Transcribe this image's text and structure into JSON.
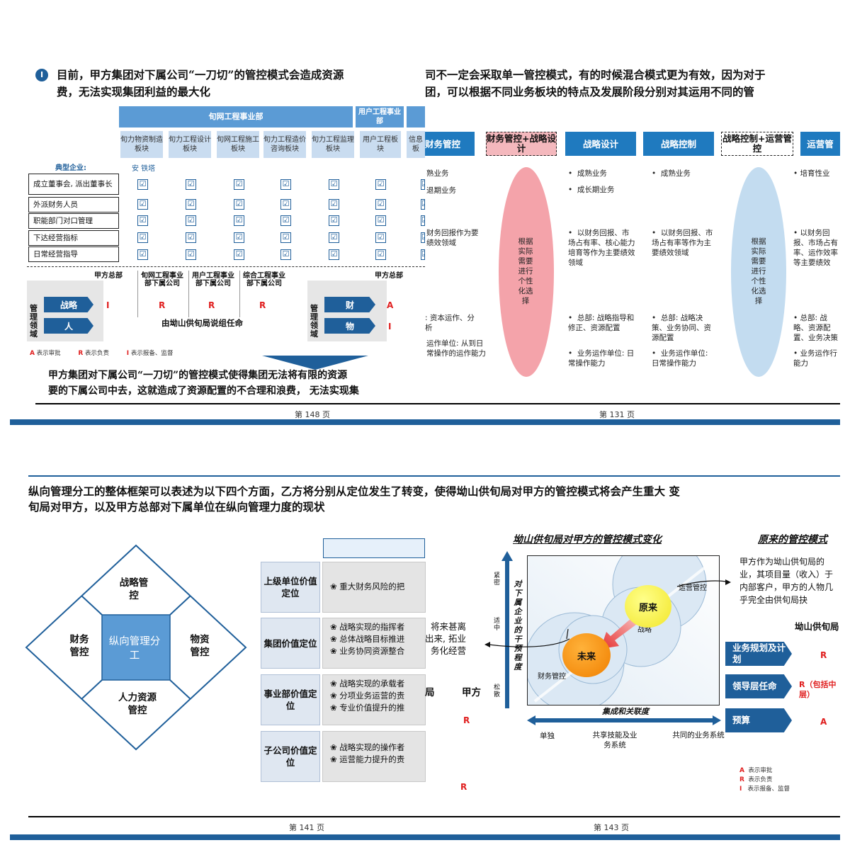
{
  "top_left": {
    "headline_line1": "目前，甲方集团对下属公司“一刀切”的管控模式会造成资源",
    "headline_line2": "费，无法实现集团利益的最大化",
    "bullet_num": "I",
    "dept1": "旬网工程事业部",
    "dept2": "用户工程事业部",
    "columns": [
      "旬力物资制造板块",
      "旬力工程设计板块",
      "旬网工程施工板块",
      "旬力工程造价咨询板块",
      "旬力工程监理板块",
      "用户工程板块",
      "信息板"
    ],
    "typical_label": "典型企业:",
    "typical_note": "安 铁塔",
    "rows": [
      "成立董事会, 派出董事长",
      "外派财务人员",
      "职能部门对口管理",
      "下达经营指标",
      "日常经营指导"
    ],
    "check": "☑",
    "lower_headers": [
      "甲方总部",
      "旬网工程事业部下属公司",
      "用户工程事业部下属公司",
      "综合工程事业部下属公司",
      "甲方总部"
    ],
    "mgmt_label": "管理领域",
    "left_items": [
      "战略",
      "人"
    ],
    "left_codes": [
      "I",
      "R",
      "R",
      "R"
    ],
    "right_items": [
      "财",
      "物"
    ],
    "right_codes": [
      "A",
      "I"
    ],
    "center_note": "由坳山供旬局说组任命",
    "legend": [
      [
        "A",
        "表示审批"
      ],
      [
        "R",
        "表示负责"
      ],
      [
        "I",
        "表示报备、监督"
      ]
    ],
    "summary_line1": "甲方集团对下属公司“一刀切”的管控模式使得集团无法将有限的资源",
    "summary_line2": "要的下属公司中去，这就造成了资源配置的不合理和浪费， 无法实现集",
    "page": "第 148 页"
  },
  "top_right": {
    "headline_line1": "司不一定会采取单一管控模式，有的时候混合模式更为有效，因为对于",
    "headline_line2": "团，可以根据不同业务板块的特点及发展阶段分别对其运用不同的管",
    "headers": [
      "财务管控",
      "财务管控+战略设计",
      "战略设计",
      "战略控制",
      "战略控制+运营管控",
      "运营管"
    ],
    "col1_a": "熟业务",
    "col1_b": "退期业务",
    "col1_c": "财务回报作为要绩效领域",
    "col1_d": ": 资本运作、分析",
    "col1_e": "运作单位: 从到日常操作的运作能力",
    "pink_text": "根据实际需要进行个性化选择",
    "col3_a": "成熟业务",
    "col3_b": "成长期业务",
    "col3_c": "以财务回报、市场占有率、核心能力培育等作为主要绩效领域",
    "col3_d": "总部: 战略指导和修正、资源配置",
    "col3_e": "业务运作单位: 日常操作能力",
    "col4_a": "成熟业务",
    "col4_b": "以财务回报、市场占有率等作为主要绩效领域",
    "col4_c": "总部: 战略决策、业务协同、资源配置",
    "col4_d": "业务运作单位: 日常操作能力",
    "blue_text": "根据实际需要进行个性化选择",
    "col6_a": "培育性业",
    "col6_b": "以财务回报、市场占有率、运作效率等主要绩效",
    "col6_c": "总部: 战略、资源配置、业务决策",
    "col6_d": "业务运作行能力",
    "page": "第 131 页"
  },
  "bottom": {
    "headline_line1": "纵向管理分工的整体框架可以表述为以下四个方面，乙方将分别从定位发生了转变，使得坳山供旬局对甲方的管控模式将会产生重大 变",
    "headline_line2": "旬局对甲方，以及甲方总部对下属单位在纵向管理力度的现状"
  },
  "bottom_left": {
    "center": "纵向管理分工",
    "top": "战略管控",
    "left": "财务管控",
    "right": "物资管控",
    "bottom": "人力资源管控",
    "tabs": [
      {
        "label": "上级单位价值定位",
        "items": [
          "重大财务风险的把"
        ]
      },
      {
        "label": "集团价值定位",
        "items": [
          "战略实现的指挥者",
          "总体战略目标推进",
          "业务协同资源整合"
        ]
      },
      {
        "label": "事业部价值定位",
        "items": [
          "战略实现的承载者",
          "分项业务运营的责",
          "专业价值提升的推"
        ]
      },
      {
        "label": "子公司价值定位",
        "items": [
          "战略实现的操作者",
          "运营能力提升的责"
        ]
      }
    ],
    "page": "第 141 页"
  },
  "bottom_right": {
    "title": "坳山供旬局对甲方的管控模式变化",
    "title2": "原来的管控模式",
    "y_axis": "对下属企业的干预程度",
    "y_top": "紧密",
    "y_mid": "适中",
    "y_bot": "松散",
    "x_axis": "集成和关联度",
    "x_ticks": [
      "单独",
      "共享技能及业务系统",
      "共同的业务系统"
    ],
    "old": "原来",
    "new": "未来",
    "zone_ops": "运营管控",
    "zone_strat": "战略",
    "zone_fin": "财务管控",
    "left_text": "将来甚离出来, 拓业务化经营",
    "left_side_1": "局",
    "left_side_2": "甲方",
    "left_r1": "R",
    "left_r2": "R",
    "right_para": "甲方作为坳山供旬局的业，其项目量（收入）于内部客户，甲方的人物几乎完全由供旬局抉",
    "right_sub": "坳山供旬局",
    "boxes": [
      [
        "业务规划及计划",
        "R"
      ],
      [
        "领导层任命",
        "R（包括中层）"
      ],
      [
        "预算",
        "A"
      ]
    ],
    "legend": [
      [
        "A",
        "表示审批"
      ],
      [
        "R",
        "表示负责"
      ],
      [
        "I",
        "表示报备、监督"
      ]
    ],
    "page": "第 143 页"
  }
}
